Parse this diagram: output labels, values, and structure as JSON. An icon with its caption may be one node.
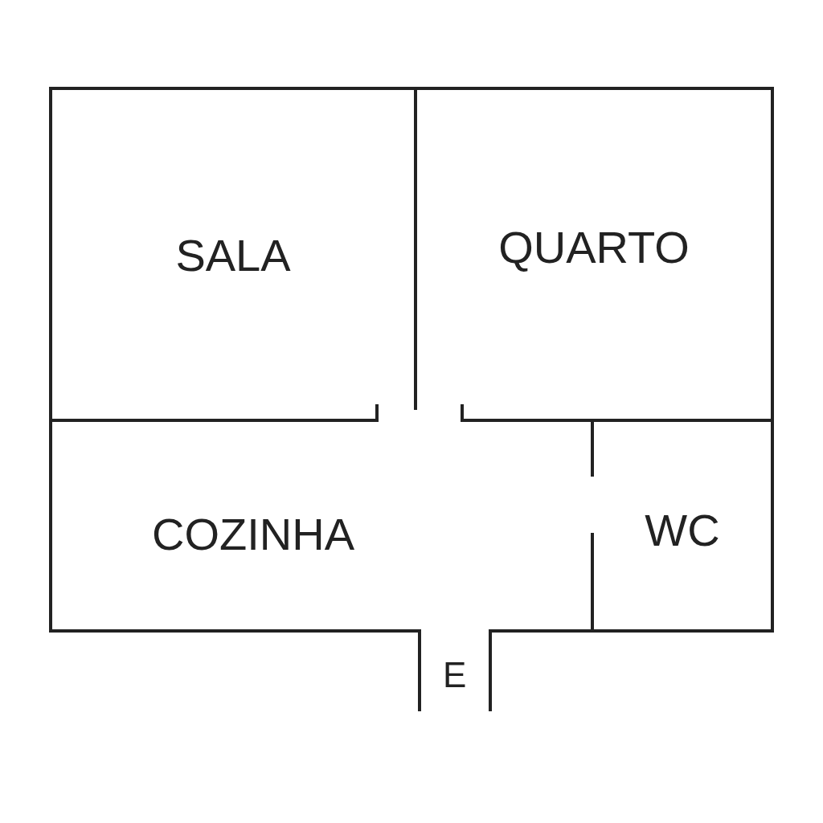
{
  "diagram": {
    "nodes": [
      {
        "text": [
          "SALA"
        ]
      },
      {
        "text": [
          "QUARTO"
        ]
      },
      {
        "text": [
          "COZINHA"
        ]
      },
      {
        "text": [
          "WC"
        ]
      }
    ],
    "labels": [
      "E"
    ]
  }
}
